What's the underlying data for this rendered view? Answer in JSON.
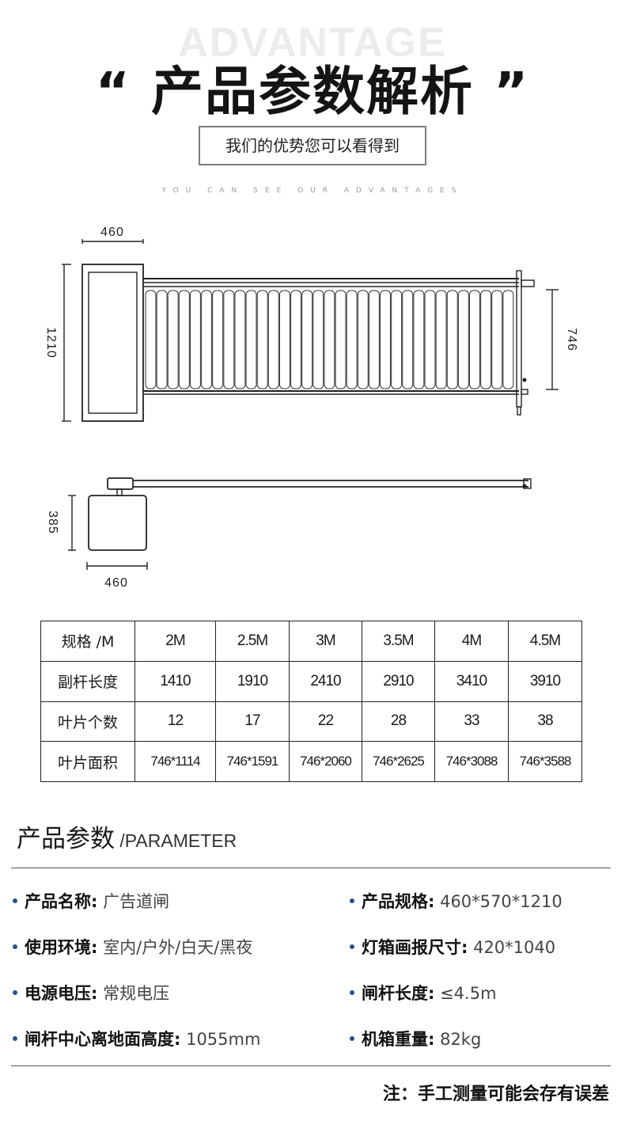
{
  "header": {
    "watermark": "ADVANTAGE",
    "title": "“ 产品参数解析 ”",
    "subtitle": "我们的优势您可以看得到",
    "subtitle_en": "YOU CAN SEE OUR ADVANTAGES"
  },
  "drawing": {
    "front_width": "460",
    "front_height": "1210",
    "panel_height": "746",
    "top_height": "385",
    "top_width": "460"
  },
  "spec_table": {
    "header": [
      "规格 /M",
      "2M",
      "2.5M",
      "3M",
      "3.5M",
      "4M",
      "4.5M"
    ],
    "rows": [
      [
        "副杆长度",
        "1410",
        "1910",
        "2410",
        "2910",
        "3410",
        "3910"
      ],
      [
        "叶片个数",
        "12",
        "17",
        "22",
        "28",
        "33",
        "38"
      ],
      [
        "叶片面积",
        "746*1114",
        "746*1591",
        "746*2060",
        "746*2625",
        "746*3088",
        "746*3588"
      ]
    ]
  },
  "params": {
    "title_zh": "产品参数",
    "title_en": " /PARAMETER",
    "items": [
      {
        "k": "产品名称:",
        "v": " 广告道闸"
      },
      {
        "k": "产品规格:",
        "v": " 460*570*1210"
      },
      {
        "k": "使用环境:",
        "v": " 室内/户外/白天/黑夜"
      },
      {
        "k": "灯箱画报尺寸:",
        "v": " 420*1040"
      },
      {
        "k": "电源电压:",
        "v": " 常规电压"
      },
      {
        "k": "闸杆长度:",
        "v": " ≤4.5m"
      },
      {
        "k": "闸杆中心离地面高度:",
        "v": " 1055mm"
      },
      {
        "k": "机箱重量:",
        "v": " 82kg"
      }
    ],
    "note": "注：手工测量可能会存有误差"
  },
  "colors": {
    "bullet": "#2c4f8c",
    "line": "#222222"
  }
}
